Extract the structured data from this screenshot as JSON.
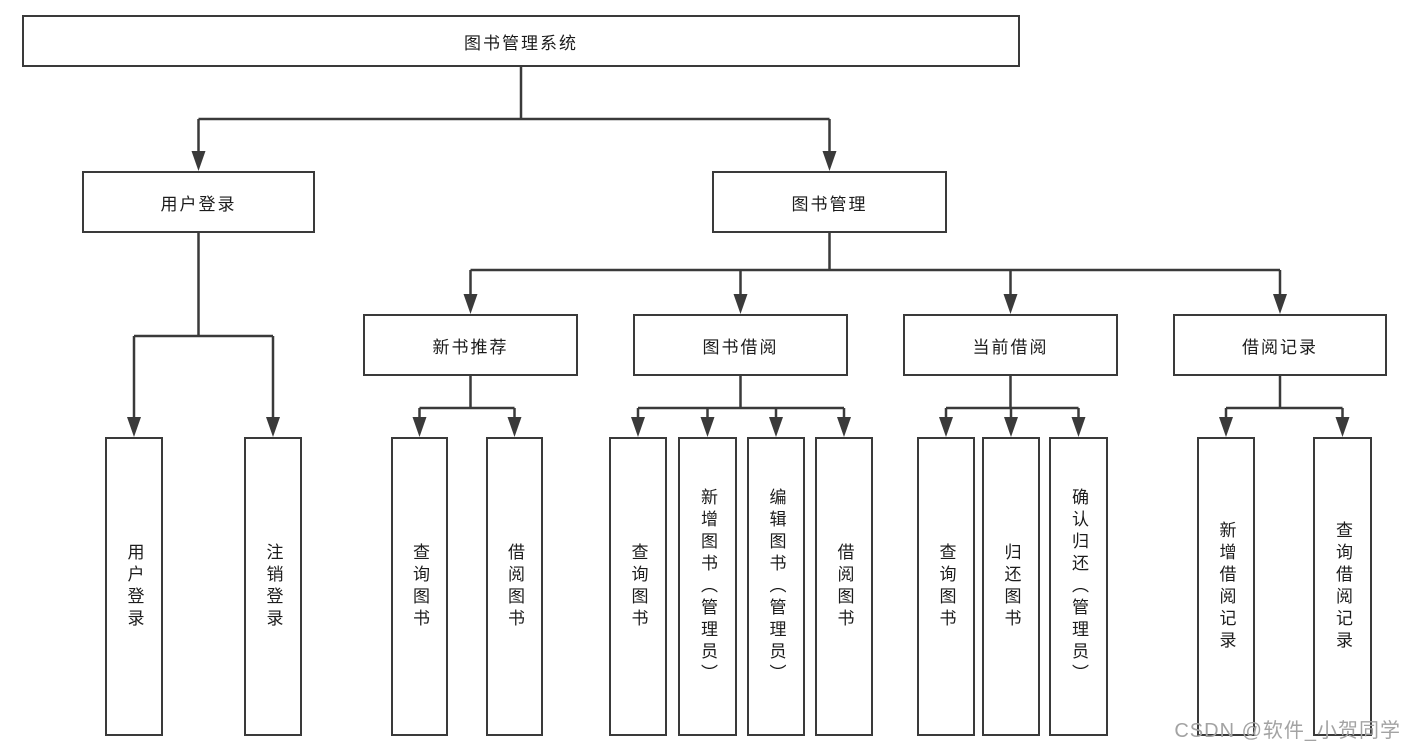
{
  "diagram": {
    "root": {
      "label": "图书管理系统"
    },
    "branches": [
      {
        "label": "用户登录",
        "leaves": [
          {
            "label": "用户登录"
          },
          {
            "label": "注销登录"
          }
        ]
      },
      {
        "label": "图书管理",
        "groups": [
          {
            "label": "新书推荐",
            "leaves": [
              {
                "label": "查询图书"
              },
              {
                "label": "借阅图书"
              }
            ]
          },
          {
            "label": "图书借阅",
            "leaves": [
              {
                "label": "查询图书"
              },
              {
                "label": "新增图书（管理员）"
              },
              {
                "label": "编辑图书（管理员）"
              },
              {
                "label": "借阅图书"
              }
            ]
          },
          {
            "label": "当前借阅",
            "leaves": [
              {
                "label": "查询图书"
              },
              {
                "label": "归还图书"
              },
              {
                "label": "确认归还（管理员）"
              }
            ]
          },
          {
            "label": "借阅记录",
            "leaves": [
              {
                "label": "新增借阅记录"
              },
              {
                "label": "查询借阅记录"
              }
            ]
          }
        ]
      }
    ]
  },
  "watermark": {
    "text": "CSDN @软件_小贺同学"
  },
  "colors": {
    "line": "#3a3a3a",
    "box_border": "#3a3a3a",
    "text": "#1c1c1c",
    "watermark": "#a3a3a3",
    "background": "#ffffff"
  }
}
